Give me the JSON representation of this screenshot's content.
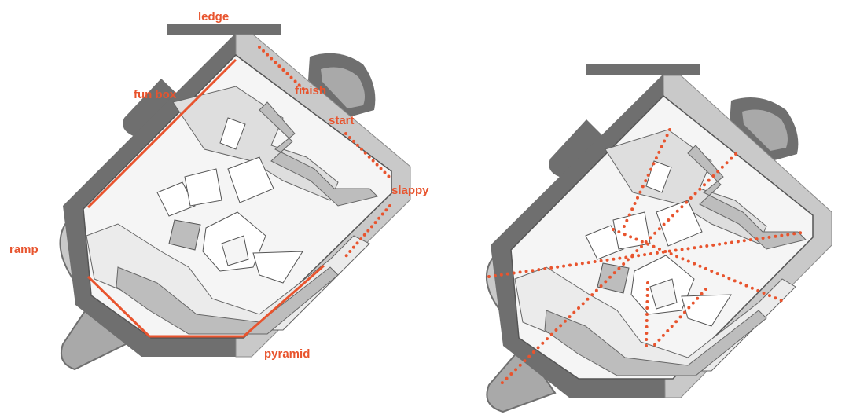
{
  "colors": {
    "wall": "#6f6f6f",
    "wall_light": "#a9a9a9",
    "coping": "#c9c9c9",
    "floor": "#f5f5f5",
    "terrain": "#dedede",
    "terrain_light": "#ebebeb",
    "terrain_dark": "#bdbdbd",
    "outline": "#555555",
    "route": "#e8542e"
  },
  "left_plan": {
    "labels": {
      "ledge": "ledge",
      "fun_box": "fun box",
      "finish": "finish",
      "start": "start",
      "slappy": "slappy",
      "ramp": "ramp",
      "pyramid": "pyramid"
    }
  },
  "right_plan": {
    "labels": {}
  }
}
